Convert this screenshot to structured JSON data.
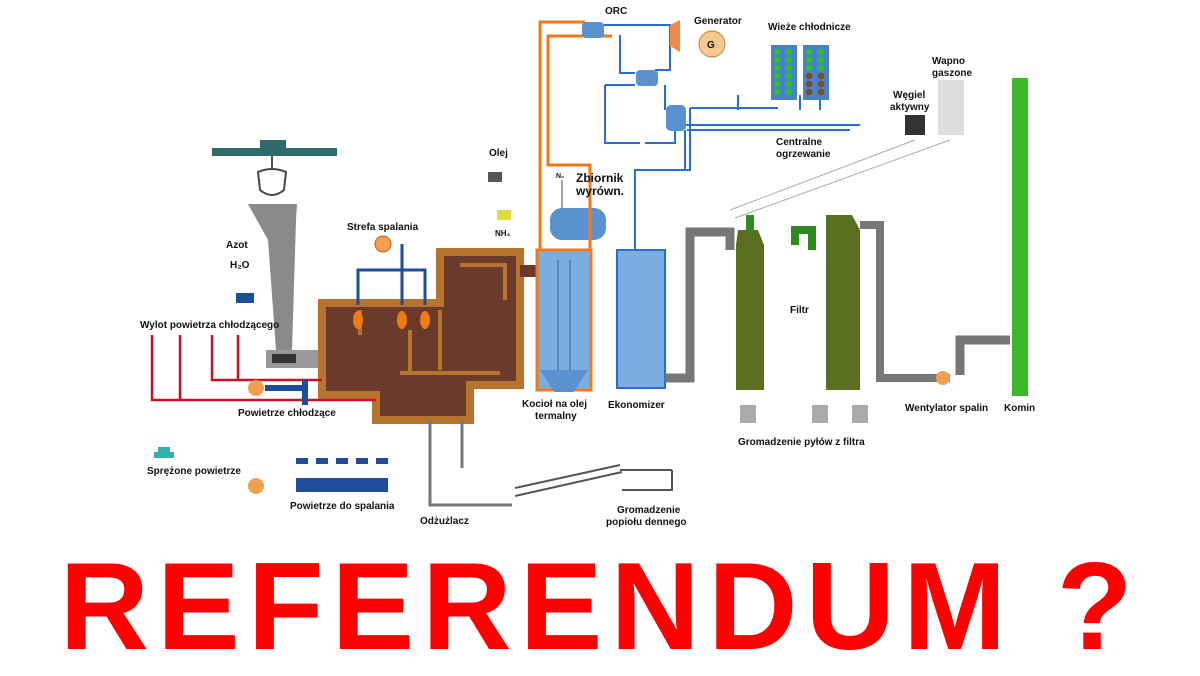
{
  "diagram": {
    "labels": {
      "orc": "ORC",
      "generator": "Generator",
      "generator_symbol": "G",
      "cooling_towers": "Wieże chłodnicze",
      "slaked_lime_1": "Wapno",
      "slaked_lime_2": "gaszone",
      "activated_carbon_1": "Węgiel",
      "activated_carbon_2": "aktywny",
      "central_heating_1": "Centralne",
      "central_heating_2": "ogrzewanie",
      "oil": "Olej",
      "tank_1": "Zbiornik",
      "tank_2": "wyrówn.",
      "n2": "N₂",
      "nh3": "NH₃",
      "combustion_zone": "Strefa spalania",
      "nitrogen": "Azot",
      "water": "H₂O",
      "cooling_air_outlet": "Wylot powietrza chłodzącego",
      "cooling_air": "Powietrze chłodzące",
      "compressed_air": "Sprężone powietrze",
      "combustion_air": "Powietrze do spalania",
      "deslagger": "Odżużlacz",
      "bottom_ash_1": "Gromadzenie",
      "bottom_ash_2": "popiołu dennego",
      "thermal_oil_boiler_1": "Kocioł na olej",
      "thermal_oil_boiler_2": "termalny",
      "economizer": "Ekonomizer",
      "filter": "Filtr",
      "filter_dust": "Gromadzenie pyłów z filtra",
      "flue_gas_fan": "Wentylator spalin",
      "chimney": "Komin"
    }
  },
  "headline": "REFERENDUM ?",
  "colors": {
    "headline": "#ff0000",
    "furnace": "#6b3a2a",
    "furnace_wall": "#b8732e",
    "pipe_blue": "#2a6fd0",
    "pipe_orange": "#f07a1a",
    "pipe_red": "#cc1020",
    "chimney": "#3cb82a",
    "filter": "#5a6e20"
  }
}
